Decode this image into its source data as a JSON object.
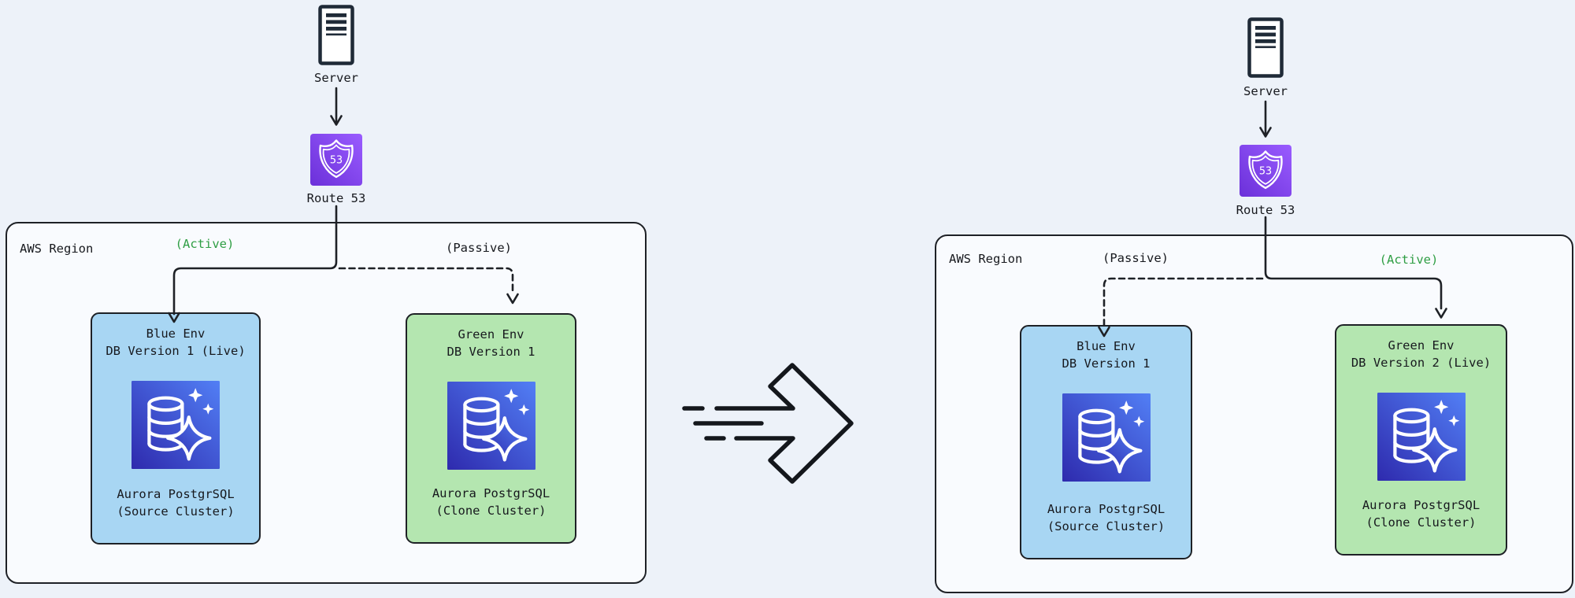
{
  "colors": {
    "background": "#edf2f9",
    "region_fill": "#f9fbfe",
    "blue_env_fill": "#a8d6f3",
    "green_env_fill": "#b4e6b0",
    "outline": "#1e2126",
    "text": "#17191e",
    "active_text": "#2f9e44",
    "aurora_gradient": [
      "#2e2aad",
      "#527ff5"
    ],
    "route53_gradient": [
      "#6b30d9",
      "#9a5cff"
    ],
    "server_stroke": "#1f2a37",
    "icon_glyph": "#ffffff"
  },
  "icons": {
    "server": "server-icon",
    "route53": "route53-icon",
    "aurora": "aurora-postgresql-icon",
    "transition": "fast-forward-arrow-icon",
    "route53_badge": "53"
  },
  "left_diagram": {
    "server_label": "Server",
    "route53_label": "Route 53",
    "region_label": "AWS Region",
    "blue_status": "(Active)",
    "green_status": "(Passive)",
    "blue_env": {
      "name": "Blue Env",
      "version": "DB Version 1 (Live)",
      "engine": "Aurora PostgrSQL",
      "role": "(Source Cluster)"
    },
    "green_env": {
      "name": "Green Env",
      "version": "DB Version 1",
      "engine": "Aurora PostgrSQL",
      "role": "(Clone Cluster)"
    }
  },
  "right_diagram": {
    "server_label": "Server",
    "route53_label": "Route 53",
    "region_label": "AWS Region",
    "blue_status": "(Passive)",
    "green_status": "(Active)",
    "blue_env": {
      "name": "Blue Env",
      "version": "DB Version 1",
      "engine": "Aurora PostgrSQL",
      "role": "(Source Cluster)"
    },
    "green_env": {
      "name": "Green Env",
      "version": "DB Version 2 (Live)",
      "engine": "Aurora PostgrSQL",
      "role": "(Clone Cluster)"
    }
  }
}
